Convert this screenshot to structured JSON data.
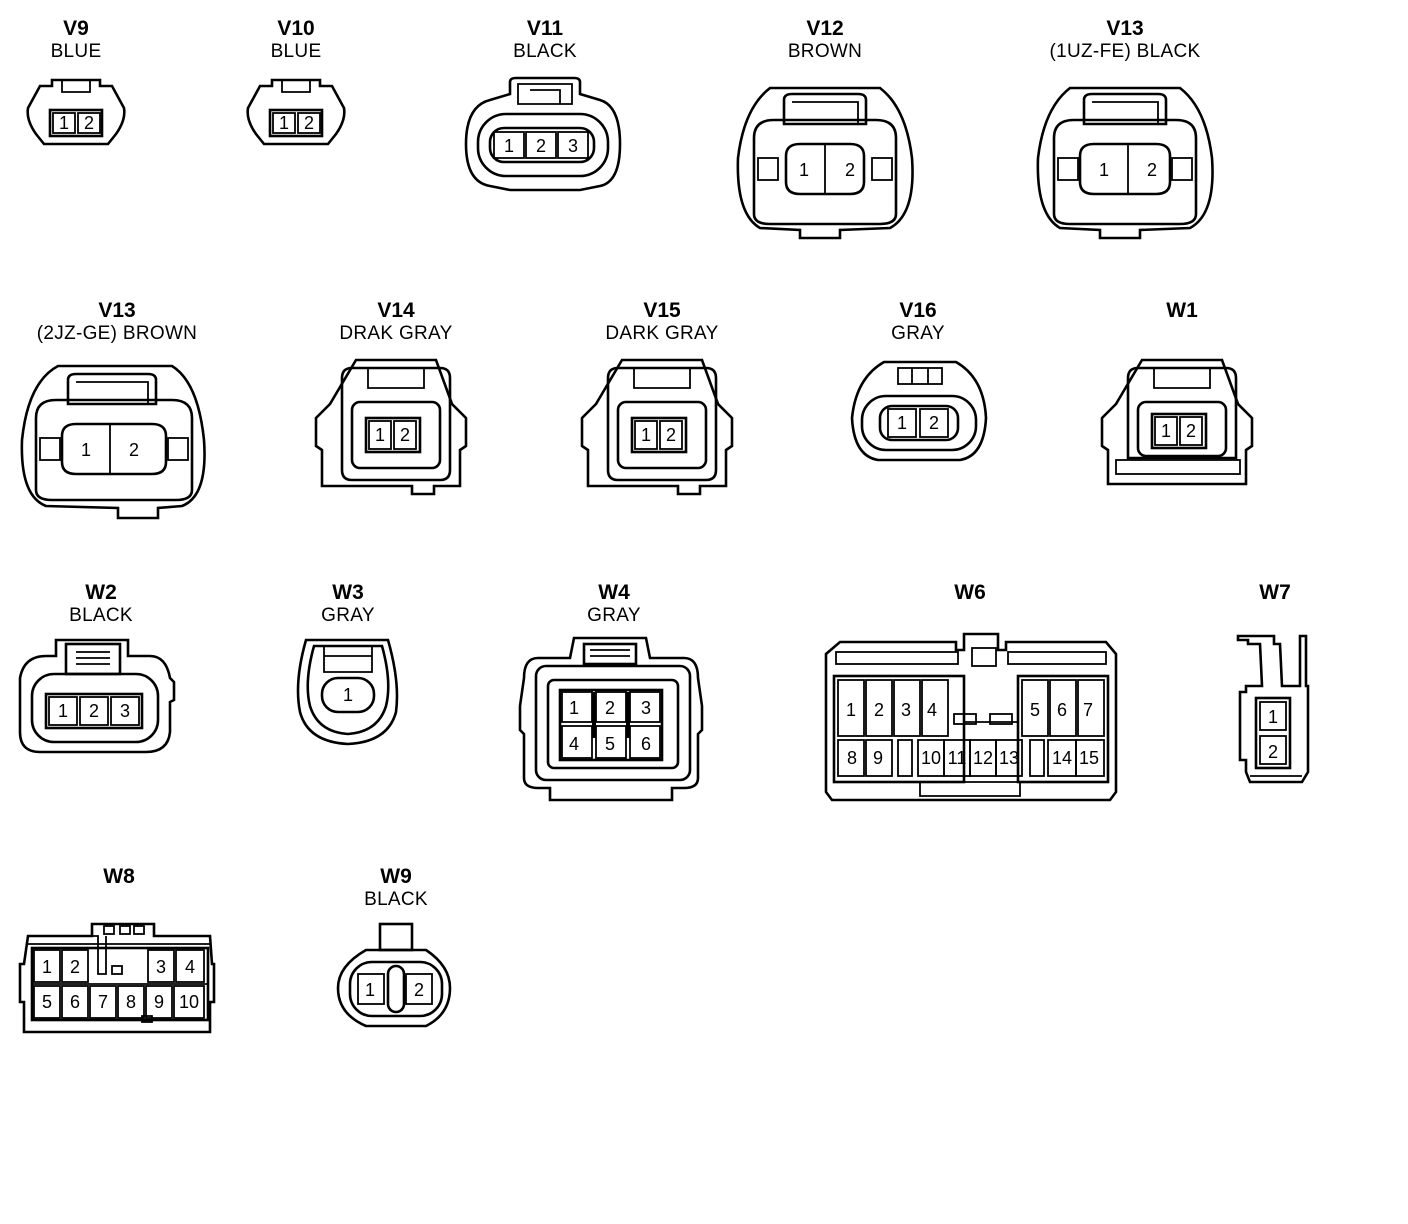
{
  "connectors": [
    {
      "id": "V9",
      "color": "BLUE",
      "pins": [
        "1",
        "2"
      ]
    },
    {
      "id": "V10",
      "color": "BLUE",
      "pins": [
        "1",
        "2"
      ]
    },
    {
      "id": "V11",
      "color": "BLACK",
      "pins": [
        "1",
        "2",
        "3"
      ]
    },
    {
      "id": "V12",
      "color": "BROWN",
      "pins": [
        "1",
        "2"
      ]
    },
    {
      "id": "V13",
      "color": "(1UZ-FE)  BLACK",
      "pins": [
        "1",
        "2"
      ]
    },
    {
      "id": "V13",
      "color": "(2JZ-GE)  BROWN",
      "pins": [
        "1",
        "2"
      ]
    },
    {
      "id": "V14",
      "color": "DRAK GRAY",
      "pins": [
        "1",
        "2"
      ]
    },
    {
      "id": "V15",
      "color": "DARK GRAY",
      "pins": [
        "1",
        "2"
      ]
    },
    {
      "id": "V16",
      "color": "GRAY",
      "pins": [
        "1",
        "2"
      ]
    },
    {
      "id": "W1",
      "color": "",
      "pins": [
        "1",
        "2"
      ]
    },
    {
      "id": "W2",
      "color": "BLACK",
      "pins": [
        "1",
        "2",
        "3"
      ]
    },
    {
      "id": "W3",
      "color": "GRAY",
      "pins": [
        "1"
      ]
    },
    {
      "id": "W4",
      "color": "GRAY",
      "pins": [
        "1",
        "2",
        "3",
        "4",
        "5",
        "6"
      ]
    },
    {
      "id": "W6",
      "color": "",
      "pins": [
        "1",
        "2",
        "3",
        "4",
        "5",
        "6",
        "7",
        "8",
        "9",
        "10",
        "11",
        "12",
        "13",
        "14",
        "15"
      ]
    },
    {
      "id": "W7",
      "color": "",
      "pins": [
        "1",
        "2"
      ]
    },
    {
      "id": "W8",
      "color": "",
      "pins": [
        "1",
        "2",
        "3",
        "4",
        "5",
        "6",
        "7",
        "8",
        "9",
        "10"
      ]
    },
    {
      "id": "W9",
      "color": "BLACK",
      "pins": [
        "1",
        "2"
      ]
    }
  ]
}
